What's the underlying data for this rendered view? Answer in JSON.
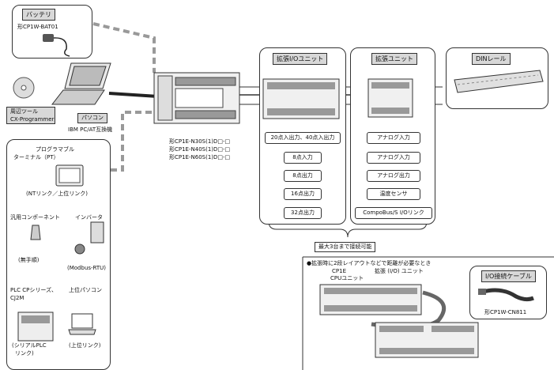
{
  "battery": {
    "header": "バッテリ",
    "model": "形CP1W-BAT01"
  },
  "tools": {
    "title_line1": "周辺ツール",
    "title_line2": "CX-Programmer",
    "pc_tag": "パソコン",
    "pc_caption": "IBM PC/AT互換機"
  },
  "cpu": {
    "model1": "形CP1E-N30S(1)D□-□",
    "model2": "形CP1E-N40S(1)D□-□",
    "model3": "形CP1E-N60S(1)D□-□"
  },
  "io_unit": {
    "header": "拡張I/Oユニット",
    "items": [
      "20点入出力、40点入出力",
      "8点入力",
      "8点出力",
      "16点出力",
      "32点出力"
    ]
  },
  "exp_unit": {
    "header": "拡張ユニット",
    "items": [
      "アナログ入力",
      "アナログ入力",
      "アナログ出力",
      "温度センサ",
      "CompoBus/S I/Oリンク"
    ]
  },
  "din": {
    "header": "DINレール"
  },
  "max_note": "最大3台まで接続可能",
  "left_panel": {
    "pt_line1": "プログラマブル",
    "pt_line2": "ターミナル（PT）",
    "pt_caption": "(NTリンク／上位リンク)",
    "comp_title": "汎用コンポーネント",
    "inverter_title": "インバータ",
    "comp_caption": "(無手順)",
    "inverter_caption": "(Modbus-RTU)",
    "plc_line1": "PLC CPシリーズ、",
    "plc_line2": "CJ2M",
    "host_title": "上位パソコン",
    "plc_caption_line1": "(シリアルPLC",
    "plc_caption_line2": "リンク)",
    "host_caption": "(上位リンク)"
  },
  "expansion_note": {
    "title": "●拡張時に2段レイアウトなどで距離が必要なとき",
    "cp1e": "CP1E",
    "cpu_unit": "CPUユニット",
    "exp_label": "拡張 (I/O) ユニット",
    "cable_header": "I/O接続ケーブル",
    "cable_model": "形CP1W-CN811"
  },
  "colors": {
    "header_bg": "#d8d8d8",
    "dashed": "#999999",
    "line": "#333333"
  }
}
